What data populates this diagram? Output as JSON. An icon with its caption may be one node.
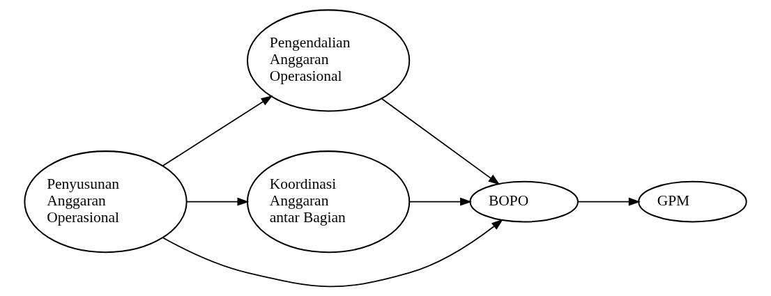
{
  "diagram": {
    "nodes": [
      {
        "text": [
          "Penyusunan Anggaran Operasional"
        ]
      },
      {
        "text": [
          "Pengendalian Anggaran Operasional"
        ]
      },
      {
        "text": [
          "Koordinasi Anggaran antar Bagian"
        ]
      },
      {
        "text": [
          "BOPO"
        ]
      },
      {
        "text": [
          "GPM"
        ]
      }
    ],
    "edges": [
      {
        "from": 0,
        "to": 1,
        "arrow": "to"
      },
      {
        "from": 0,
        "to": 3,
        "arrow": "to"
      },
      {
        "from": 0,
        "to": 2,
        "arrow": "to"
      },
      {
        "from": 1,
        "to": 3,
        "arrow": "to"
      },
      {
        "from": 2,
        "to": 3,
        "arrow": "to"
      },
      {
        "from": 3,
        "to": 4,
        "arrow": "to"
      }
    ]
  }
}
